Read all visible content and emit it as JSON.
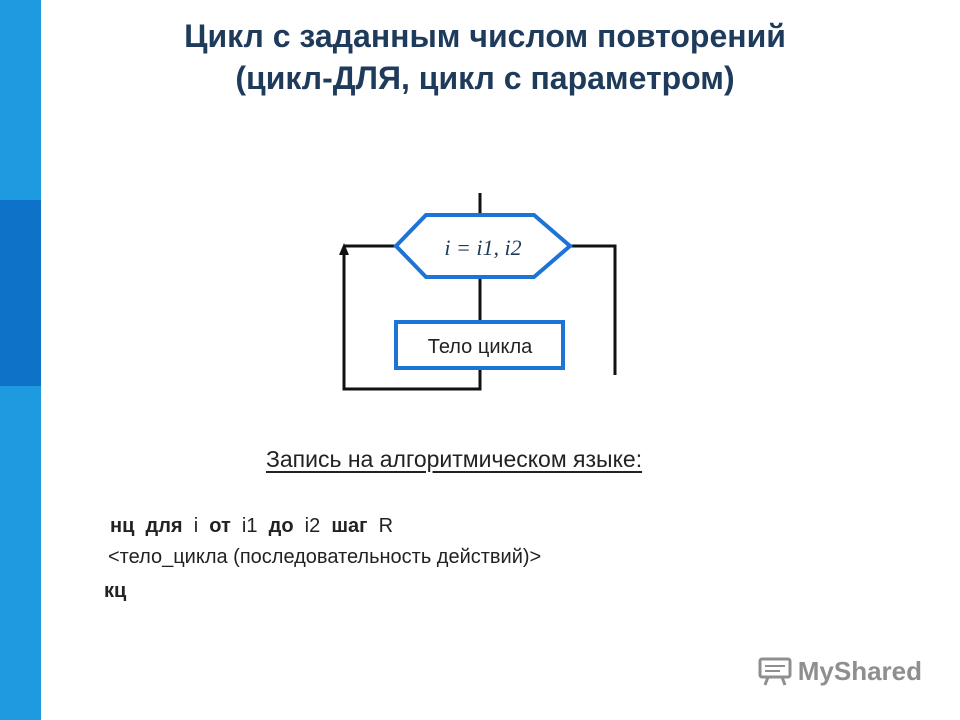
{
  "title": {
    "line1": "Цикл с заданным числом повторений",
    "line2": "(цикл-ДЛЯ, цикл с параметром)"
  },
  "diagram": {
    "loop_header": "i = i1, i2",
    "body_label": "Тело цикла"
  },
  "caption": "Запись на алгоритмическом языке:",
  "code": {
    "nc": "нц",
    "dlya": "для",
    "i": "i",
    "ot": "от",
    "i1": "i1",
    "do": "до",
    "i2": "i2",
    "shag": "шаг",
    "r": "R",
    "body": "<тело_цикла (последовательность действий)>",
    "kc": "кц"
  },
  "watermark": "MyShared",
  "colors": {
    "accent_light": "#1e9be0",
    "accent_dark": "#0e72c8",
    "title": "#1f3b5b",
    "shape_border": "#1e73d6"
  }
}
